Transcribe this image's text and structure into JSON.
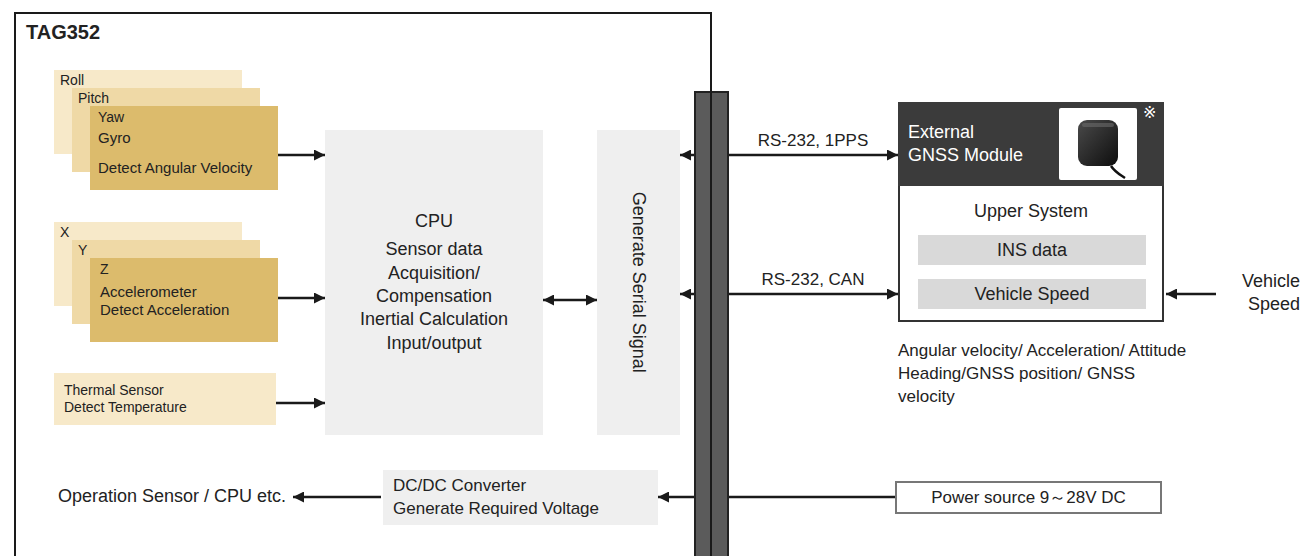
{
  "diagram": {
    "nodes": [
      {
        "text": [
          "TAG352"
        ]
      },
      {
        "text": [
          "Roll"
        ],
        "in": 0
      },
      {
        "text": [
          "Pitch"
        ],
        "in": 0
      },
      {
        "text": [
          "Yaw",
          "Gyro",
          "Detect Angular Velocity"
        ],
        "in": 0
      },
      {
        "text": [
          "X"
        ],
        "in": 0
      },
      {
        "text": [
          "Y"
        ],
        "in": 0
      },
      {
        "text": [
          "Z",
          "Accelerometer Detect Acceleration"
        ],
        "in": 0
      },
      {
        "text": [
          "Thermal Sensor Detect Temperature"
        ],
        "in": 0
      },
      {
        "text": [
          "CPU",
          "Sensor data Acquisition/ Compensation Inertial Calculation Input/output"
        ],
        "in": 0
      },
      {
        "text": [
          "Generate Serial Signal"
        ],
        "in": 0
      },
      {
        "text": [
          "DC/DC Converter Generate Required Voltage"
        ],
        "in": 0
      },
      {
        "text": [
          "Upper System"
        ]
      },
      {
        "text": [
          "External GNSS Module"
        ],
        "in": 11
      },
      {
        "text": [
          "INS data"
        ],
        "in": 11
      },
      {
        "text": [
          "Vehicle Speed"
        ],
        "in": 11
      },
      {
        "text": [
          "Power source 9～28V DC"
        ]
      }
    ],
    "edges": [
      {
        "from": 3,
        "to": 8,
        "arrow": "to"
      },
      {
        "from": 6,
        "to": 8,
        "arrow": "to"
      },
      {
        "from": 7,
        "to": 8,
        "arrow": "to"
      },
      {
        "from": 8,
        "to": 9,
        "arrow": "both"
      },
      {
        "from": 9,
        "to": 12,
        "arrow": "both",
        "label": "RS-232, 1PPS"
      },
      {
        "from": 9,
        "to": 11,
        "arrow": "both",
        "label": "RS-232, CAN"
      },
      {
        "from": 15,
        "to": 10,
        "arrow": "to"
      }
    ],
    "labels": [
      "※",
      "Vehicle Speed",
      "Angular velocity/ Acceleration/ Attitude Heading/GNSS position/ GNSS velocity",
      "Operation Sensor / CPU etc."
    ]
  }
}
